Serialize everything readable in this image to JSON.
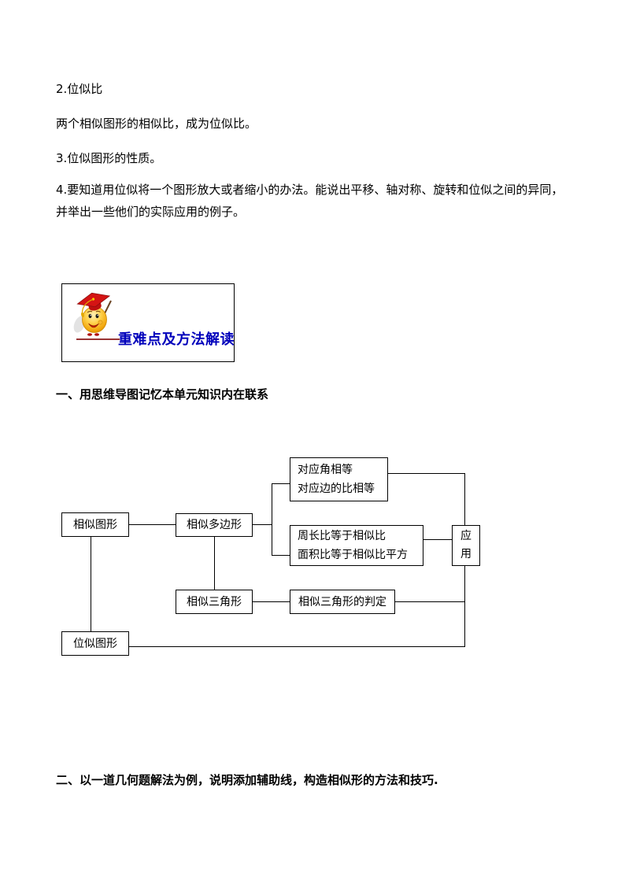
{
  "content": {
    "paragraphs": [
      {
        "text": "2.位似比"
      },
      {
        "text": "两个相似图形的相似比，成为位似比。"
      },
      {
        "text": "3.位似图形的性质。"
      },
      {
        "text": "4.要知道用位似将一个图形放大或者缩小的办法。能说出平移、轴对称、旋转和位似之间的异同，\n并举出一些他们的实际应用的例子。"
      }
    ],
    "section_badge": {
      "title": "重难点及方法解读",
      "icon": "graduate-smiley-icon",
      "title_color": "#0000bb",
      "line_color": "#993333"
    },
    "heading_one": "一、用思维导图记忆本单元知识内在联系",
    "heading_two": "二、以一道几何题解法为例，说明添加辅助线，构造相似形的方法和技巧."
  },
  "diagram": {
    "type": "concept-map",
    "nodes": {
      "similar_figures": "相似图形",
      "similar_polygons": "相似多边形",
      "corresponding_properties": "对应角相等\n对应边的比相等",
      "perimeter_area_ratios": "周长比等于相似比\n面积比等于相似比平方",
      "application": "应\n用",
      "similar_triangles": "相似三角形",
      "triangle_criteria": "相似三角形的判定",
      "homothetic_figures": "位似图形"
    }
  }
}
